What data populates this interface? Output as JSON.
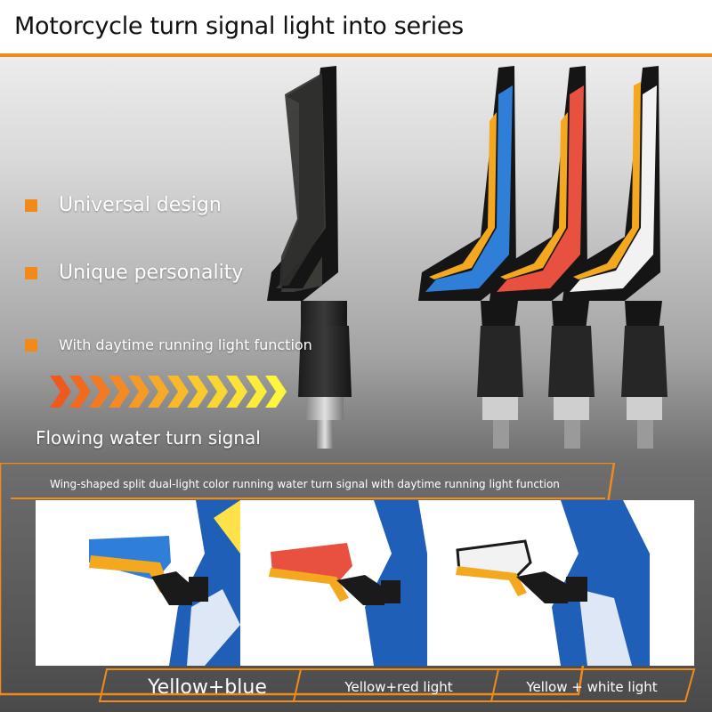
{
  "header": {
    "title": "Motorcycle turn signal light into series"
  },
  "features": [
    {
      "label": "Universal design"
    },
    {
      "label": "Unique personality"
    },
    {
      "label": "With daytime running light function"
    }
  ],
  "flowing": {
    "label": "Flowing water turn signal"
  },
  "panel": {
    "subtitle": "Wing-shaped split dual-light color running water turn signal with daytime running light function"
  },
  "variants": [
    {
      "label": "Yellow+blue",
      "accent": "#2f7fd8"
    },
    {
      "label": "Yellow+red light",
      "accent": "#e8503f"
    },
    {
      "label": "Yellow + white light",
      "accent": "#f2f2f2"
    }
  ],
  "colors": {
    "brand_orange": "#f08a1c",
    "amber": "#f3a81f"
  }
}
